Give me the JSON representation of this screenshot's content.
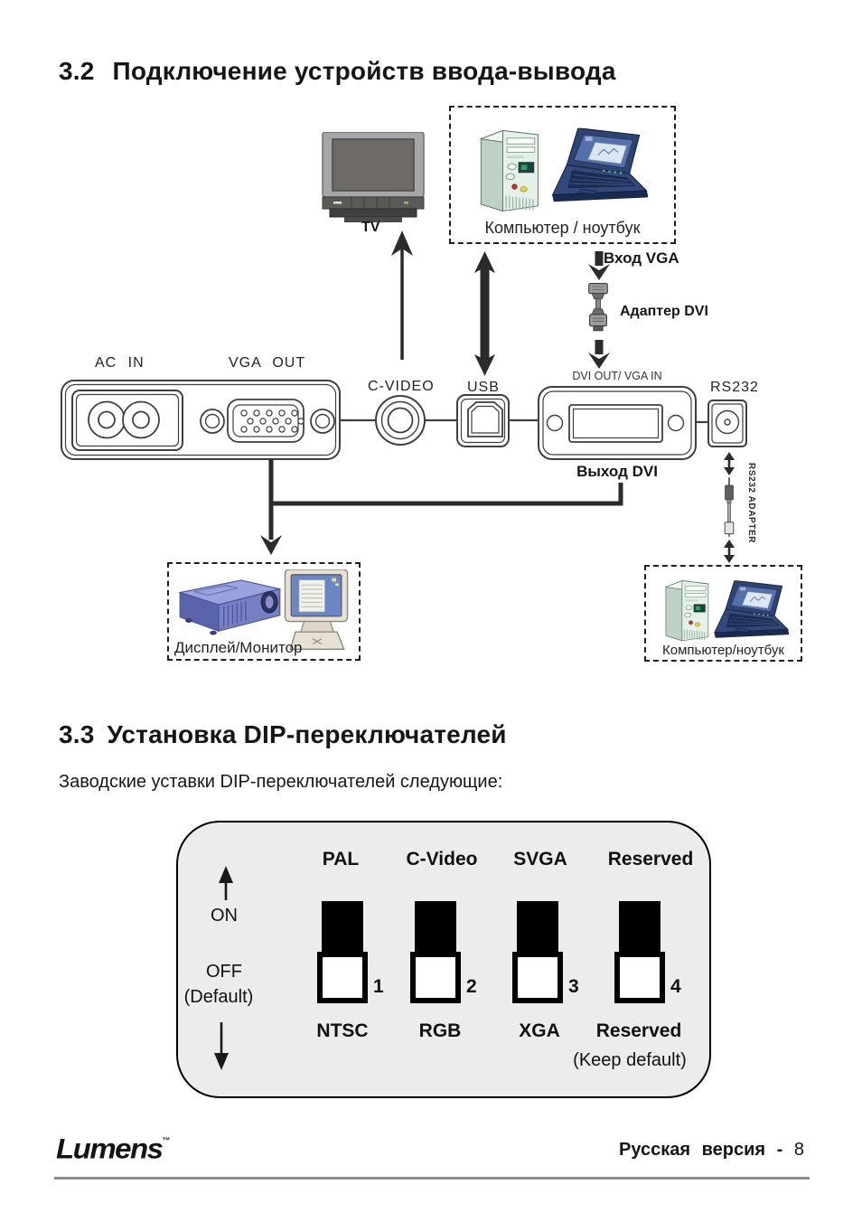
{
  "sections": {
    "s32": {
      "number": "3.2",
      "title": "Подключение устройств ввода-вывода"
    },
    "s33": {
      "number": "3.3",
      "title": "Установка DIP-переключателей",
      "intro": "Заводские уставки DIP-переключателей следующие:"
    }
  },
  "diagram": {
    "tv_label": "TV",
    "computer_top_label": "Компьютер / ноутбук",
    "vga_input_label": "Вход VGA",
    "dvi_adapter_label": "Адаптер DVI",
    "ac_in_label": "AC IN",
    "vga_out_label": "VGA OUT",
    "c_video_label": "C-VIDEO",
    "usb_label": "USB",
    "dvi_port_label": "DVI OUT/ VGA IN",
    "rs232_label": "RS232",
    "dvi_output_label": "Выход DVI",
    "rs232_adapter_label": "RS232 ADAPTER",
    "display_monitor_label": "Дисплей/Монитор",
    "computer_bottom_label": "Компьютер/ноутбук"
  },
  "dip_switches": {
    "on_position_labels": [
      "PAL",
      "C-Video",
      "SVGA",
      "Reserved"
    ],
    "off_position_labels": [
      "NTSC",
      "RGB",
      "XGA",
      "Reserved"
    ],
    "numbers": [
      "1",
      "2",
      "3",
      "4"
    ],
    "positions": [
      "OFF",
      "OFF",
      "OFF",
      "OFF"
    ],
    "on_label": "ON",
    "off_label": "OFF",
    "default_label": "(Default)",
    "keep_default_label": "(Keep default)"
  },
  "footer": {
    "brand": "Lumens",
    "trademark": "™",
    "edition_label": "Русская версия",
    "separator": "-",
    "page_number": "8"
  },
  "colors": {
    "line": "#2b2b2b",
    "panel_stroke": "#3f3f3f",
    "dip_panel_fill": "#ececec",
    "footer_rule": "#8c8c8c"
  }
}
